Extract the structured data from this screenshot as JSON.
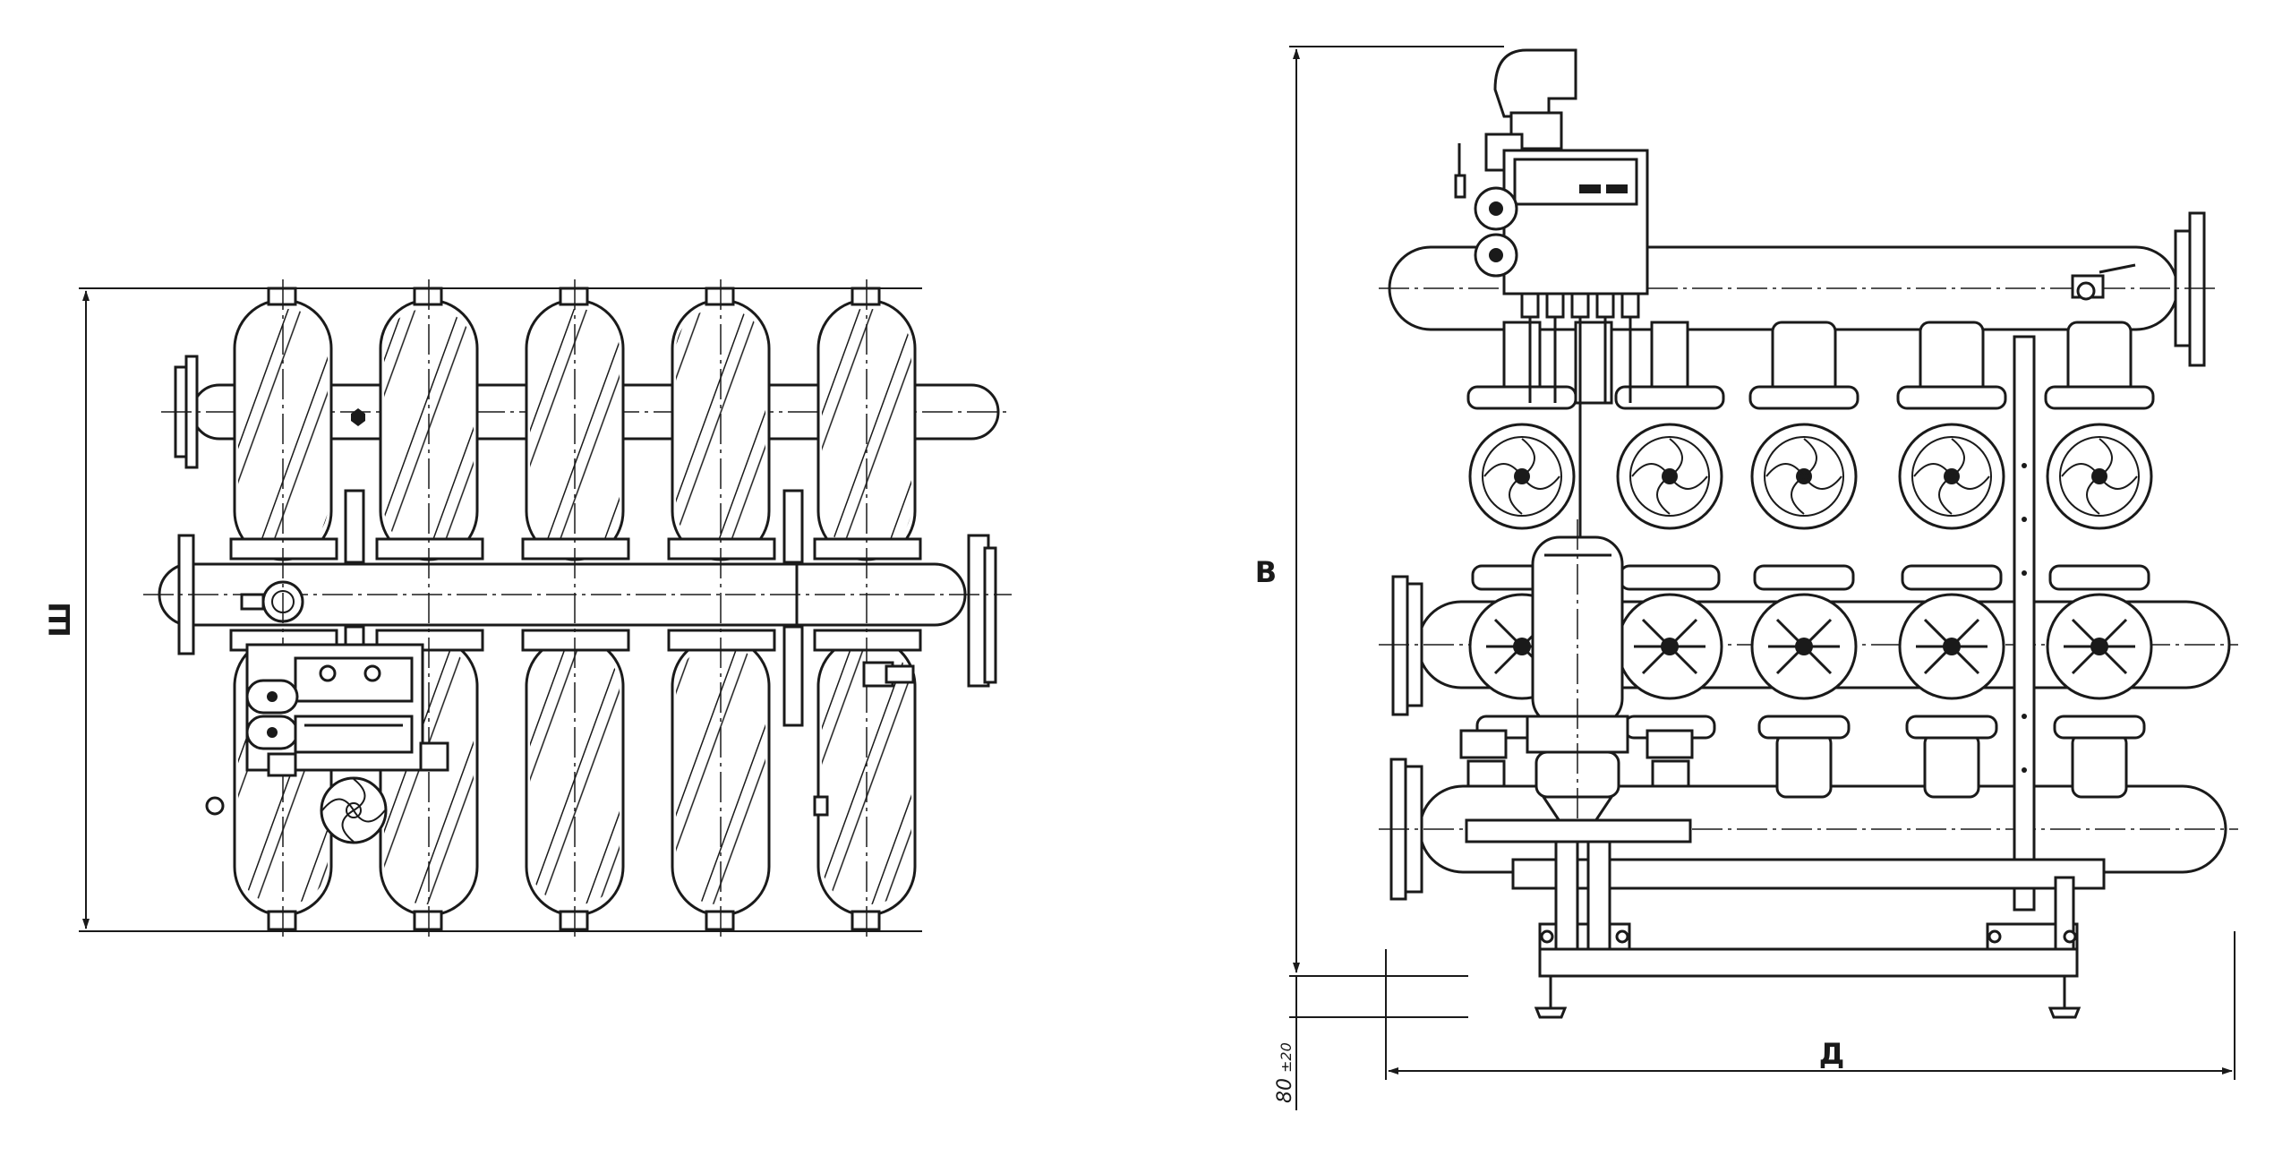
{
  "dimensions": {
    "width_label": "Ш",
    "height_label": "В",
    "length_label": "Д",
    "foot_clearance": "80",
    "foot_tolerance": "±20"
  },
  "top_view": {
    "filter_columns": 5,
    "filters_per_column": 2
  },
  "front_view": {
    "valve_count": 5
  }
}
